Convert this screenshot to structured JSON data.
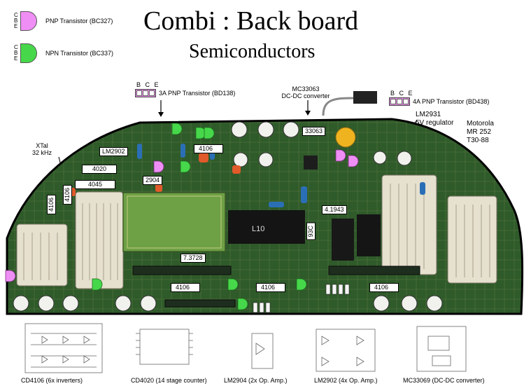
{
  "title": "Combi : Back board",
  "subtitle": "Semiconductors",
  "legend": {
    "pnp": {
      "pins": [
        "C",
        "B",
        "E"
      ],
      "label": "PNP Transistor (BC327)",
      "color": "#ef8ef5"
    },
    "npn": {
      "pins": [
        "C",
        "B",
        "E"
      ],
      "label": "NPN Transistor (BC337)",
      "color": "#46d84a"
    }
  },
  "packages": {
    "bd138": {
      "pins": "B C E",
      "label": "3A PNP Transistor (BD138)"
    },
    "bd438": {
      "pins": "B C E",
      "label": "4A PNP Transistor (BD438)"
    }
  },
  "callouts": {
    "mc33063": [
      "MC33063",
      "DC-DC converter"
    ],
    "lm2931": [
      "LM2931",
      "5V regulator"
    ],
    "motorola": [
      "Motorola",
      "MR 252",
      "T30-88"
    ],
    "xtal": [
      "XTal",
      "32 kHz"
    ]
  },
  "chips": {
    "c33063": "33063",
    "lm2902": "LM2902",
    "c4106_top": "4106",
    "c4020": "4020",
    "c4045": "4045",
    "c2904": "2904",
    "c4106_left": "4106",
    "c4106_left2": "4106",
    "c41943": "4.1943",
    "c93c": "93C",
    "c73728": "7.3728",
    "c4106_b1": "4106",
    "c4106_b2": "4106",
    "c4106_b3": "4106"
  },
  "schematics": [
    {
      "caption": "CD4106 (6x inverters)"
    },
    {
      "caption": "CD4020 (14 stage counter)"
    },
    {
      "caption": "LM2904 (2x Op. Amp.)"
    },
    {
      "caption": "LM2902 (4x Op. Amp.)"
    },
    {
      "caption": "MC33069 (DC-DC converter)"
    }
  ],
  "colors": {
    "board": "#2f5a2a",
    "outline": "#000000",
    "connector": "#e6e0cf",
    "pnp": "#ef8ef5",
    "npn": "#46d84a"
  }
}
